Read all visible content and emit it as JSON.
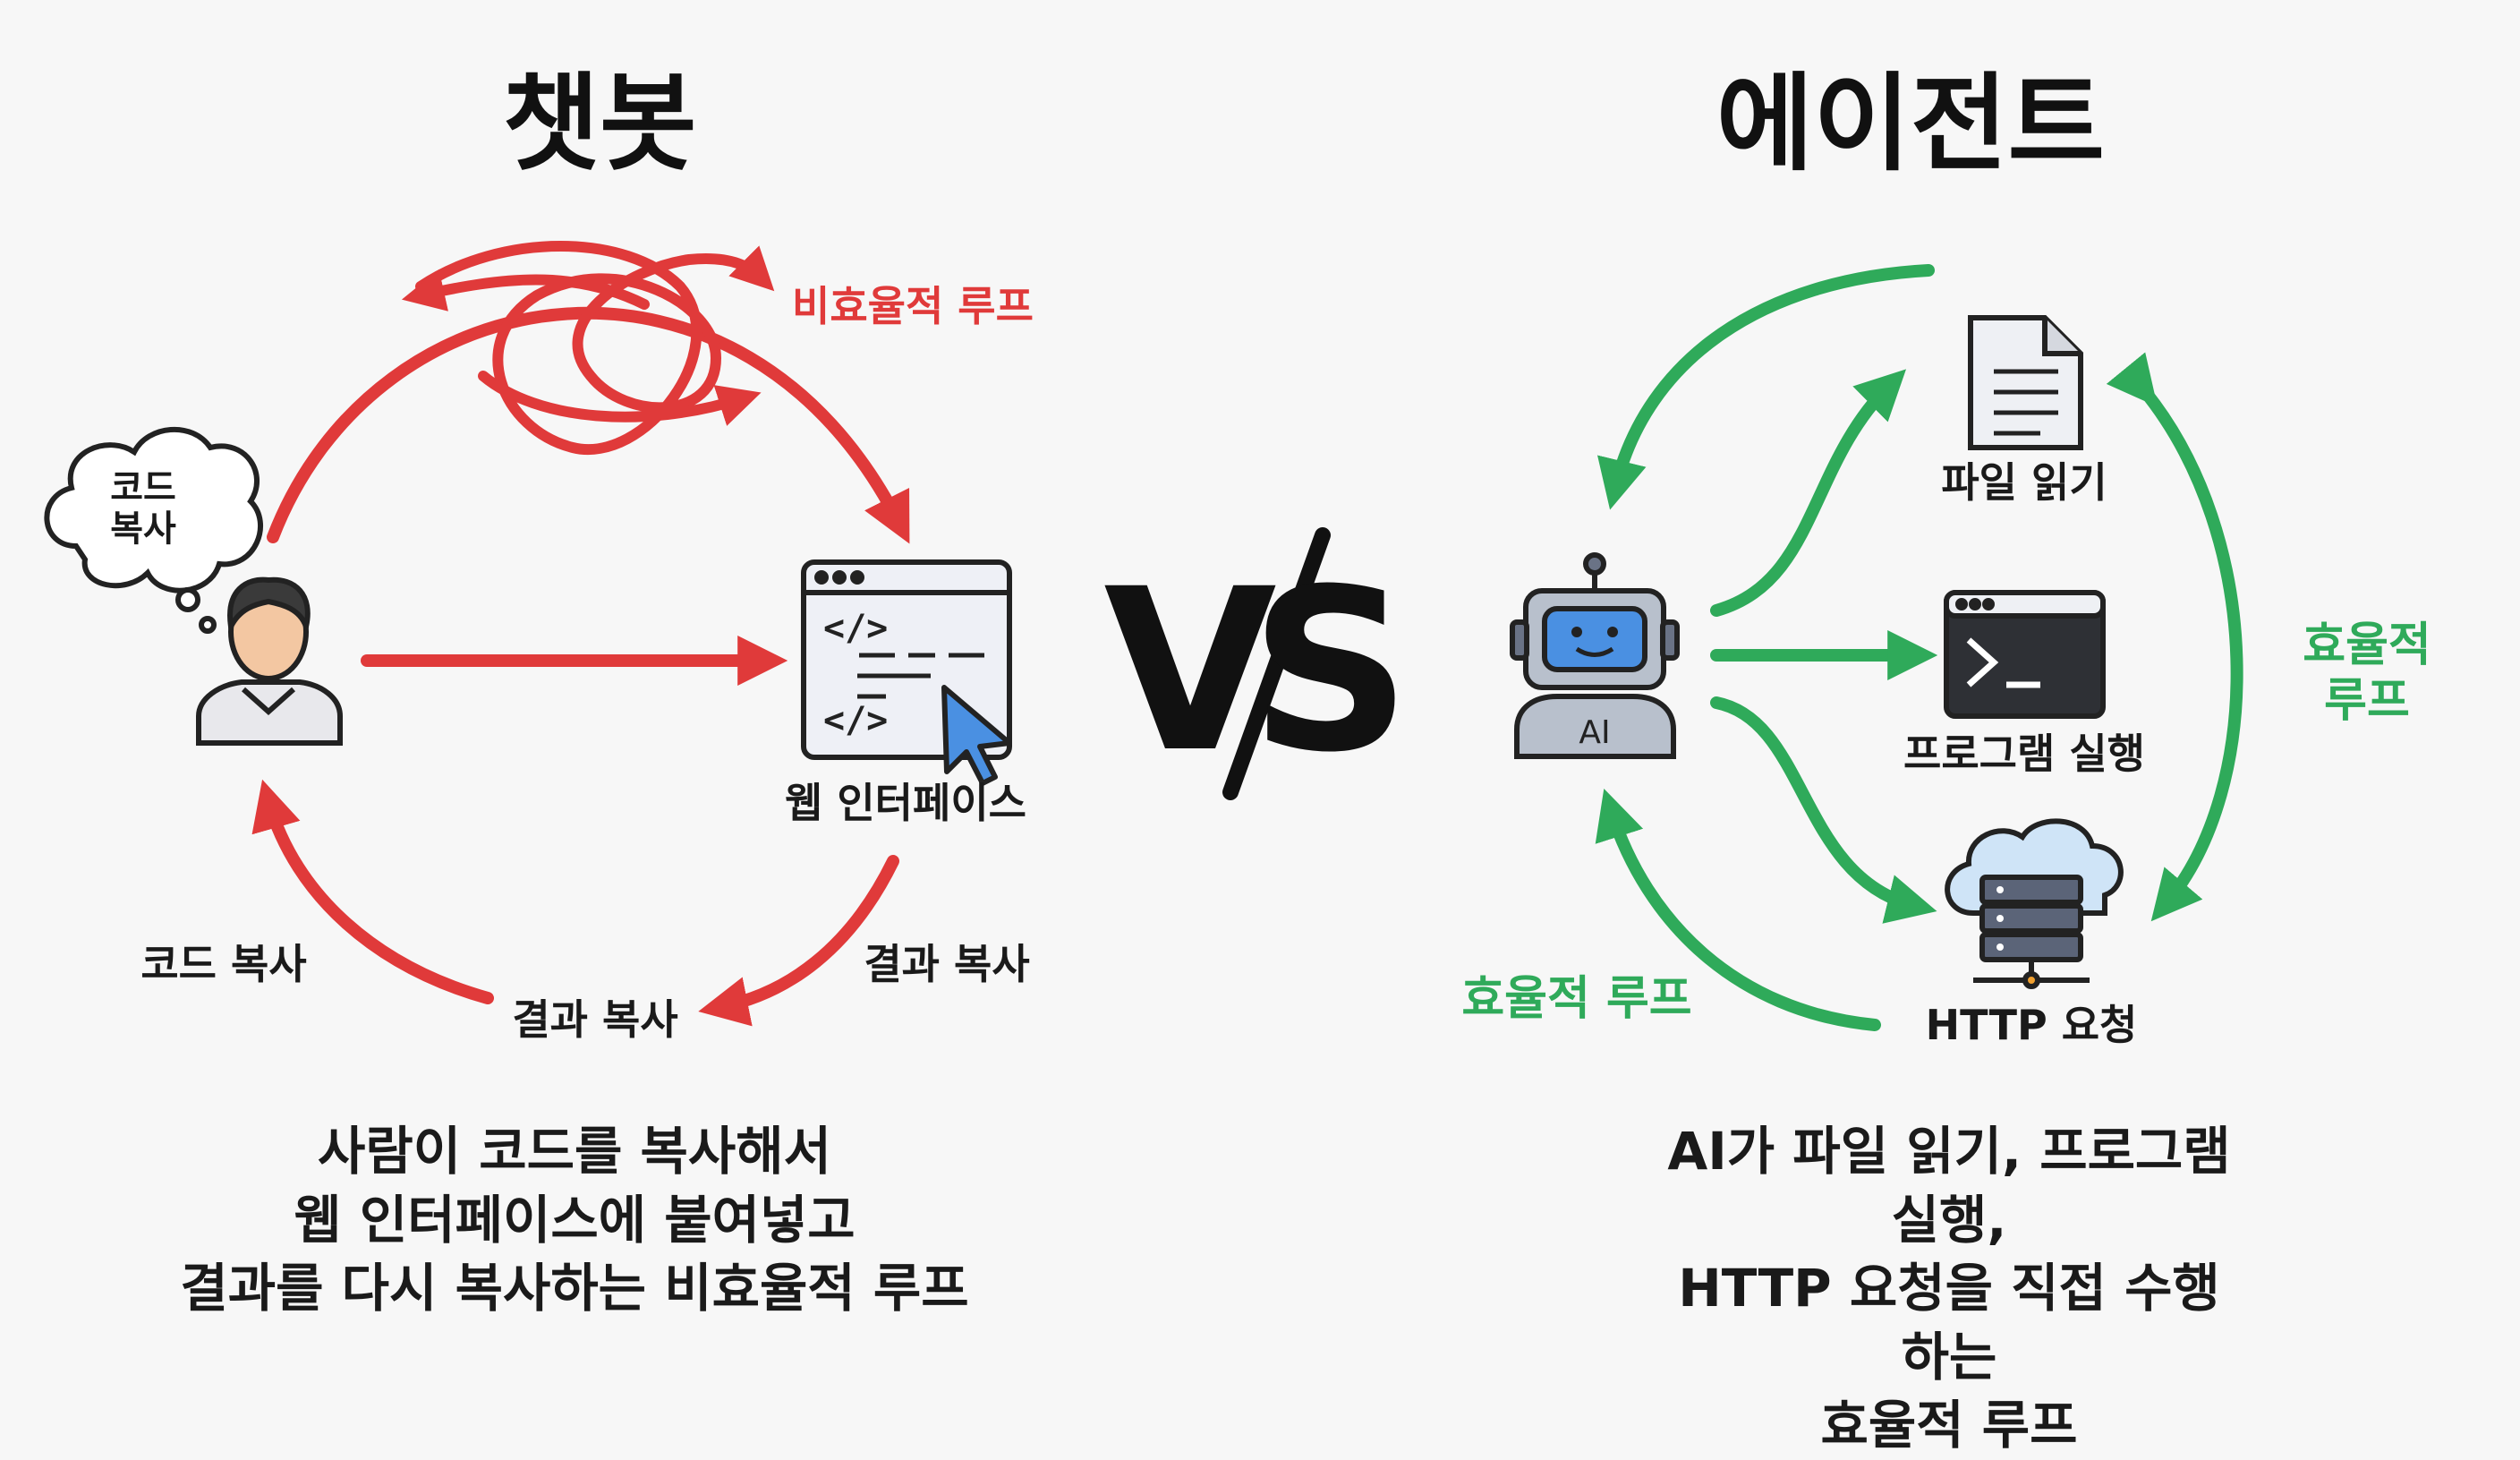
{
  "left": {
    "title": "챗봇",
    "loop_label": "비효율적 루프",
    "bubble_text": "코드\n복사",
    "web_label": "웹 인터페이스",
    "copy_code_label": "코드 복사",
    "copy_result_left": "결과 복사",
    "copy_result_right": "결과 복사",
    "caption": "사람이 코드를 복사해서\n웹 인터페이스에 붙여넣고\n결과를 다시 복사하는 비효율적 루프",
    "icons": [
      "thought-bubble-icon",
      "user-icon",
      "browser-window-icon",
      "cursor-icon"
    ],
    "accent": "#e03a3a"
  },
  "vs": "VS",
  "right": {
    "title": "에이전트",
    "robot_label": "AI",
    "read_file": "파일 읽기",
    "run_program": "프로그램 실행",
    "http_request": "HTTP 요청",
    "loop_label_right": "효율적\n루프",
    "loop_label_bottom": "효율적 루프",
    "caption": "AI가 파일 읽기, 프로그램 실행,\nHTTP 요청을 직접 수행하는\n효율적 루프",
    "icons": [
      "robot-icon",
      "document-icon",
      "terminal-icon",
      "cloud-server-icon"
    ],
    "accent": "#2faa5a"
  }
}
